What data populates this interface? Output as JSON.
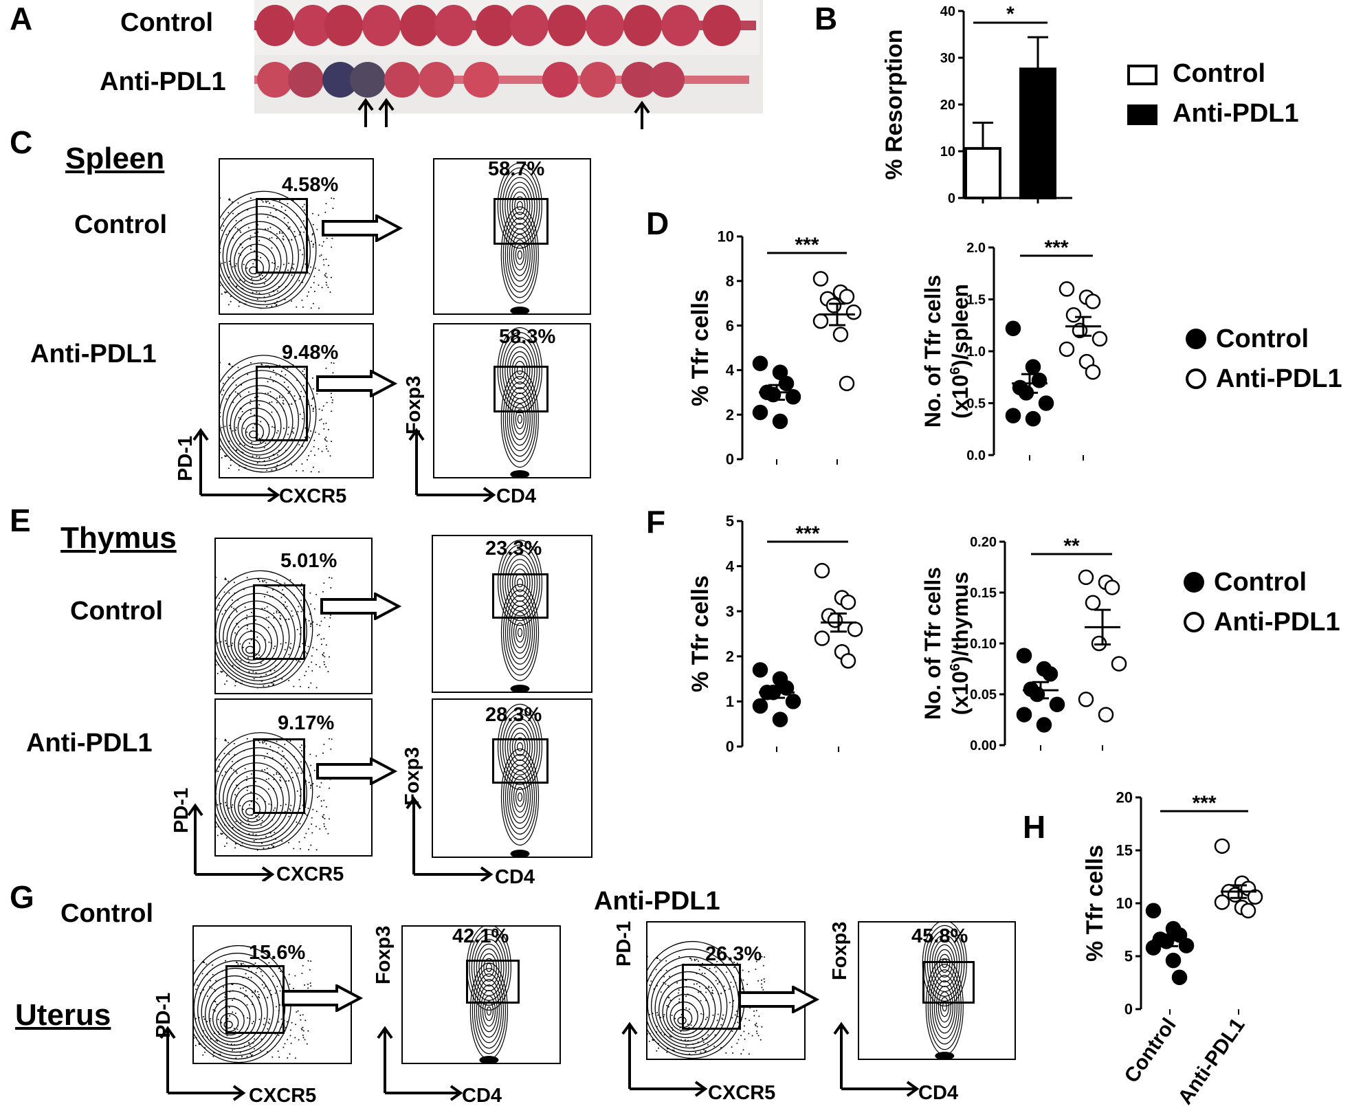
{
  "panels": {
    "A": "A",
    "B": "B",
    "C": "C",
    "D": "D",
    "E": "E",
    "F": "F",
    "G": "G",
    "H": "H"
  },
  "groups": {
    "control": "Control",
    "treated": "Anti-PDL1"
  },
  "tissues": {
    "spleen": "Spleen",
    "thymus": "Thymus",
    "uterus": "Uterus"
  },
  "markers": {
    "pd1": "PD-1",
    "cxcr5": "CXCR5",
    "foxp3": "Foxp3",
    "cd4": "CD4"
  },
  "flow": {
    "spleen": {
      "control": {
        "gate1": "4.58%",
        "gate2": "58.7%"
      },
      "treated": {
        "gate1": "9.48%",
        "gate2": "58.3%"
      }
    },
    "thymus": {
      "control": {
        "gate1": "5.01%",
        "gate2": "23.3%"
      },
      "treated": {
        "gate1": "9.17%",
        "gate2": "28.3%"
      }
    },
    "uterus": {
      "control": {
        "gate1": "15.6%",
        "gate2": "42.1%"
      },
      "treated": {
        "gate1": "26.3%",
        "gate2": "45.8%"
      }
    }
  },
  "chart_data": [
    {
      "id": "B",
      "type": "bar",
      "categories": [
        "Control",
        "Anti-PDL1"
      ],
      "values": [
        10.6,
        27.6
      ],
      "errors": [
        5.5,
        6.8
      ],
      "ylabel": "% Resorption",
      "ylim": [
        0,
        40
      ],
      "yticks": [
        "0",
        "10",
        "20",
        "30",
        "40"
      ],
      "significance": "*",
      "legend": [
        "Control",
        "Anti-PDL1"
      ],
      "colors": [
        "#ffffff",
        "#000000"
      ]
    },
    {
      "id": "D-left",
      "type": "scatter",
      "categories": [
        "Control",
        "Anti-PDL1"
      ],
      "ylabel": "% Tfr cells",
      "ylim": [
        0,
        10
      ],
      "yticks": [
        "0",
        "2",
        "4",
        "6",
        "8",
        "10"
      ],
      "significance": "***",
      "series": [
        {
          "name": "Control",
          "values": [
            4.3,
            3.9,
            3.4,
            3.0,
            2.9,
            2.8,
            2.1,
            1.7
          ],
          "mean": 3.0,
          "sem": 0.33
        },
        {
          "name": "Anti-PDL1",
          "values": [
            8.1,
            7.5,
            7.3,
            7.2,
            6.9,
            6.6,
            6.2,
            5.6,
            3.4
          ],
          "mean": 6.5,
          "sem": 0.48
        }
      ]
    },
    {
      "id": "D-right",
      "type": "scatter",
      "categories": [
        "Control",
        "Anti-PDL1"
      ],
      "ylabel": "No. of Tfr cells",
      "ylabel2": "(x10",
      "ylabel_sup": "6",
      "ylabel3": ")/spleen",
      "ylim": [
        0,
        2
      ],
      "yticks": [
        "0.0",
        "0.5",
        "1.0",
        "1.5",
        "2.0"
      ],
      "significance": "***",
      "series": [
        {
          "name": "Control",
          "values": [
            1.22,
            0.85,
            0.72,
            0.65,
            0.6,
            0.5,
            0.38,
            0.35
          ],
          "mean": 0.69,
          "sem": 0.09
        },
        {
          "name": "Anti-PDL1",
          "values": [
            1.6,
            1.52,
            1.48,
            1.35,
            1.2,
            1.12,
            1.02,
            0.9,
            0.8
          ],
          "mean": 1.24,
          "sem": 0.09
        }
      ]
    },
    {
      "id": "F-left",
      "type": "scatter",
      "categories": [
        "Control",
        "Anti-PDL1"
      ],
      "ylabel": "% Tfr cells",
      "ylim": [
        0,
        5
      ],
      "yticks": [
        "0",
        "1",
        "2",
        "3",
        "4",
        "5"
      ],
      "significance": "***",
      "series": [
        {
          "name": "Control",
          "values": [
            1.7,
            1.5,
            1.3,
            1.2,
            1.2,
            1.0,
            0.9,
            0.6
          ],
          "mean": 1.2,
          "sem": 0.12
        },
        {
          "name": "Anti-PDL1",
          "values": [
            3.9,
            3.3,
            3.2,
            2.9,
            2.8,
            2.6,
            2.4,
            2.1,
            1.9
          ],
          "mean": 2.75,
          "sem": 0.2
        }
      ]
    },
    {
      "id": "F-right",
      "type": "scatter",
      "categories": [
        "Control",
        "Anti-PDL1"
      ],
      "ylabel": "No. of Tfr cells",
      "ylabel2": "(x10",
      "ylabel_sup": "6",
      "ylabel3": ")/thymus",
      "ylim": [
        0,
        0.2
      ],
      "yticks": [
        "0.00",
        "0.05",
        "0.10",
        "0.15",
        "0.20"
      ],
      "significance": "**",
      "series": [
        {
          "name": "Control",
          "values": [
            0.088,
            0.075,
            0.07,
            0.055,
            0.05,
            0.04,
            0.03,
            0.02
          ],
          "mean": 0.054,
          "sem": 0.008
        },
        {
          "name": "Anti-PDL1",
          "values": [
            0.165,
            0.16,
            0.155,
            0.14,
            0.1,
            0.08,
            0.045,
            0.03
          ],
          "mean": 0.116,
          "sem": 0.017
        }
      ]
    },
    {
      "id": "H",
      "type": "scatter",
      "categories": [
        "Control",
        "Anti-PDL1"
      ],
      "ylabel": "% Tfr cells",
      "ylim": [
        0,
        20
      ],
      "yticks": [
        "0",
        "5",
        "10",
        "15",
        "20"
      ],
      "significance": "***",
      "series": [
        {
          "name": "Control",
          "values": [
            9.3,
            7.6,
            7.0,
            6.6,
            6.4,
            6.0,
            5.8,
            4.6,
            3.0
          ],
          "mean": 6.5,
          "sem": 0.55
        },
        {
          "name": "Anti-PDL1",
          "values": [
            15.4,
            11.9,
            11.4,
            11.1,
            10.8,
            10.6,
            10.1,
            9.6,
            9.3
          ],
          "mean": 11.1,
          "sem": 0.6
        }
      ]
    }
  ],
  "legends": {
    "D": [
      "Control",
      "Anti-PDL1"
    ],
    "F": [
      "Control",
      "Anti-PDL1"
    ]
  }
}
